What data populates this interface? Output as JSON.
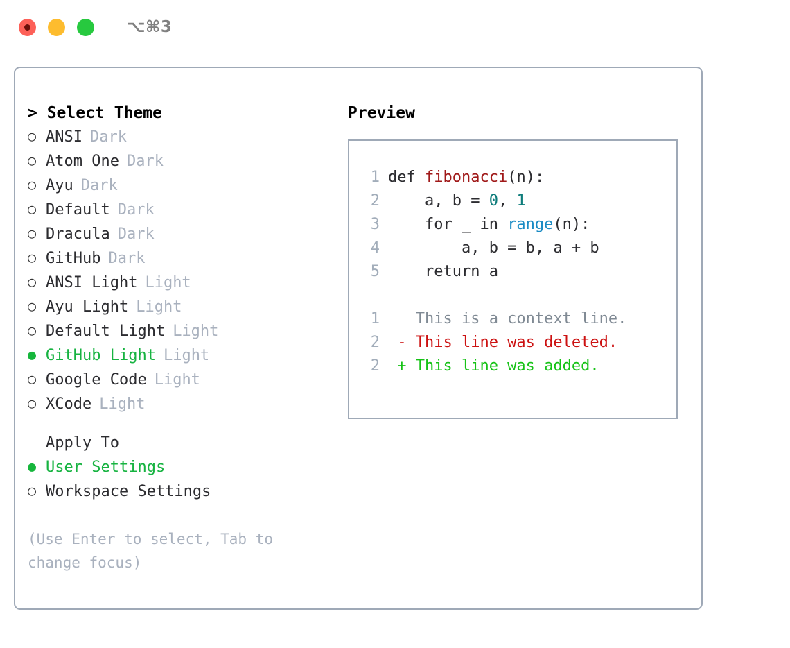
{
  "titlebar": {
    "shortcut": "⌥⌘3",
    "buttons": [
      "close",
      "minimize",
      "maximize"
    ]
  },
  "theme_picker": {
    "header": "> Select Theme",
    "options": [
      {
        "bullet": "○",
        "label": "ANSI",
        "tag": "Dark",
        "selected": false
      },
      {
        "bullet": "○",
        "label": "Atom One",
        "tag": "Dark",
        "selected": false
      },
      {
        "bullet": "○",
        "label": "Ayu",
        "tag": "Dark",
        "selected": false
      },
      {
        "bullet": "○",
        "label": "Default",
        "tag": "Dark",
        "selected": false
      },
      {
        "bullet": "○",
        "label": "Dracula",
        "tag": "Dark",
        "selected": false
      },
      {
        "bullet": "○",
        "label": "GitHub",
        "tag": "Dark",
        "selected": false
      },
      {
        "bullet": "○",
        "label": "ANSI Light",
        "tag": "Light",
        "selected": false
      },
      {
        "bullet": "○",
        "label": "Ayu Light",
        "tag": "Light",
        "selected": false
      },
      {
        "bullet": "○",
        "label": "Default Light",
        "tag": "Light",
        "selected": false
      },
      {
        "bullet": "●",
        "label": "GitHub Light",
        "tag": "Light",
        "selected": true
      },
      {
        "bullet": "○",
        "label": "Google Code",
        "tag": "Light",
        "selected": false
      },
      {
        "bullet": "○",
        "label": "XCode",
        "tag": "Light",
        "selected": false
      }
    ]
  },
  "apply_to": {
    "heading": "Apply To",
    "options": [
      {
        "bullet": "●",
        "label": "User Settings",
        "selected": true
      },
      {
        "bullet": "○",
        "label": "Workspace Settings",
        "selected": false
      }
    ]
  },
  "hint": "(Use Enter to select, Tab to change focus)",
  "preview": {
    "title": "Preview",
    "code_lines": [
      {
        "n": "1",
        "parts": [
          {
            "t": "def ",
            "c": "code-txt"
          },
          {
            "t": "fibonacci",
            "c": "tok-fn"
          },
          {
            "t": "(n):",
            "c": "code-txt"
          }
        ]
      },
      {
        "n": "2",
        "parts": [
          {
            "t": "    a, b = ",
            "c": "code-txt"
          },
          {
            "t": "0",
            "c": "tok-num"
          },
          {
            "t": ", ",
            "c": "code-txt"
          },
          {
            "t": "1",
            "c": "tok-num"
          }
        ]
      },
      {
        "n": "3",
        "parts": [
          {
            "t": "    for _ in ",
            "c": "code-txt"
          },
          {
            "t": "range",
            "c": "tok-call"
          },
          {
            "t": "(n):",
            "c": "code-txt"
          }
        ]
      },
      {
        "n": "4",
        "parts": [
          {
            "t": "        a, b = b, a + b",
            "c": "code-txt"
          }
        ]
      },
      {
        "n": "5",
        "parts": [
          {
            "t": "    return a",
            "c": "code-txt"
          }
        ]
      }
    ],
    "diff_lines": [
      {
        "n": "1",
        "parts": [
          {
            "t": "   This is a context line.",
            "c": "diff-ctx"
          }
        ]
      },
      {
        "n": "2",
        "parts": [
          {
            "t": " - This line was deleted.",
            "c": "diff-del"
          }
        ]
      },
      {
        "n": "2",
        "parts": [
          {
            "t": " + This line was added.",
            "c": "diff-add"
          }
        ]
      }
    ]
  },
  "colors": {
    "selected_green": "#17b341",
    "tag_gray": "#a9b1be",
    "border": "#9fa9b7",
    "diff_added": "#16c216",
    "diff_deleted": "#cc1111",
    "token_function": "#a01919",
    "token_number": "#0e7c7b",
    "token_call": "#1a8bc4"
  }
}
